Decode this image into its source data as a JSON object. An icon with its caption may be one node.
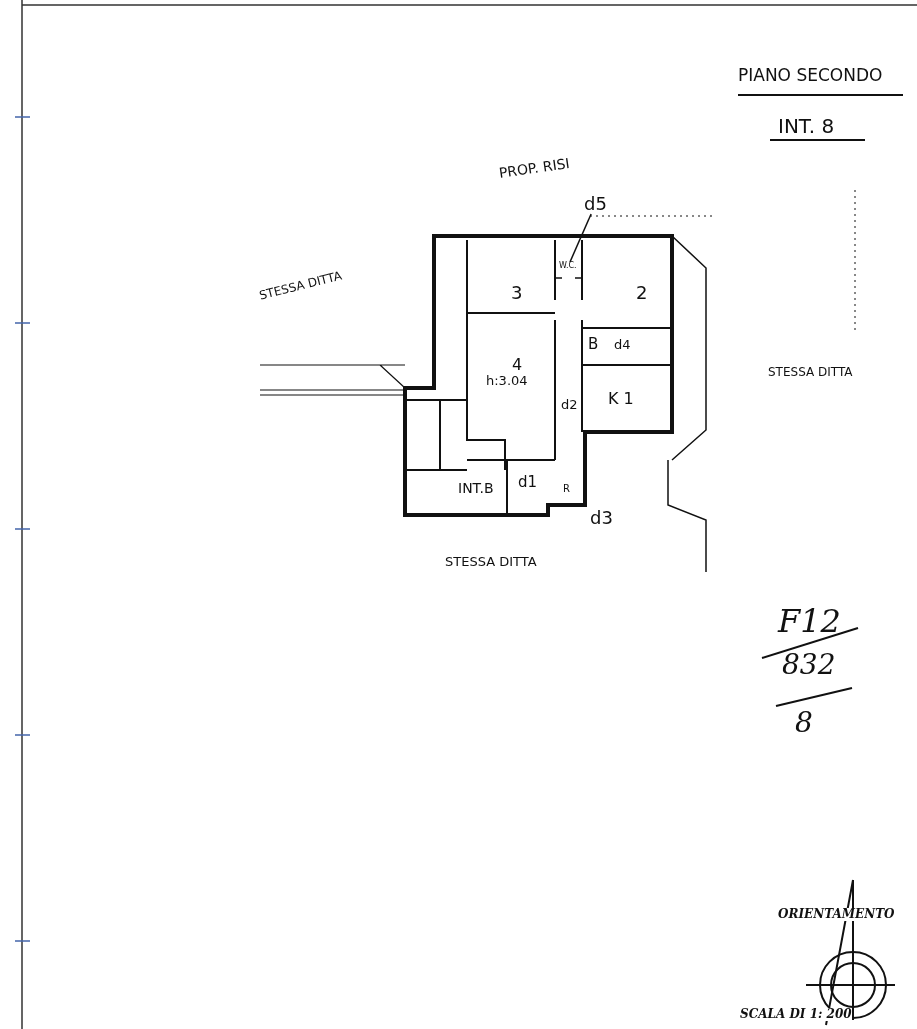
{
  "diagram": {
    "nodes": [
      {
        "text": [
          "d5"
        ]
      },
      {
        "text": [
          "W.C."
        ]
      }
    ],
    "edges": [
      {
        "from": 0,
        "to": 1,
        "arrow": "none"
      }
    ],
    "labels": [
      "PIANO SECONDO",
      "INT. 8",
      "PROP. RISI",
      "STESSA DITTA",
      "3",
      "2",
      "B",
      "d4",
      "STESSA DITTA",
      "4",
      "h:3.04",
      "K 1",
      "d2",
      "INT.B",
      "d1",
      "R",
      "d3",
      "STESSA DITTA",
      "F12",
      "832",
      "8",
      "ORIENTAMENTO",
      "SCALA DI 1: 200"
    ]
  }
}
